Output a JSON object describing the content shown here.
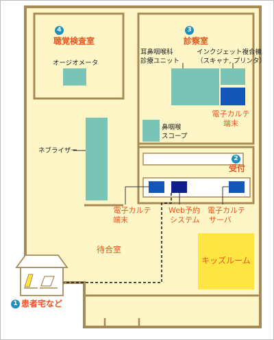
{
  "colors": {
    "floor": "#fff6c8",
    "wall": "#a58a55",
    "equipment": "#79c4b5",
    "terminal": "#1457b8",
    "web_system": "#0f1f8a",
    "kids_room": "#ffe542",
    "text_orange": "#e8541e",
    "badge": "#1f8fbd"
  },
  "rooms": {
    "hearing": {
      "number": "4",
      "title": "聴覚検査室",
      "equipment_label": "オージオメータ"
    },
    "exam": {
      "number": "3",
      "title": "診察室",
      "ent_unit_label_line1": "耳鼻咽喉科",
      "ent_unit_label_line2": "診療ユニット",
      "printer_label_line1": "インクジェット複合機",
      "printer_label_line2": "（スキャナ, プリンタ）",
      "terminal_label_line1": "電子カルテ",
      "terminal_label_line2": "端末",
      "scope_label_line1": "鼻咽喉",
      "scope_label_line2": "スコープ"
    },
    "reception": {
      "number": "2",
      "title": "受付",
      "terminal_label_line1": "電子カルテ",
      "terminal_label_line2": "端末",
      "web_label_line1": "Web予約",
      "web_label_line2": "システム",
      "server_label_line1": "電子カルテ",
      "server_label_line2": "サーバ"
    },
    "nebulizer_label": "ネブライザー",
    "waiting_room": "待合室",
    "kids_room": "キッズルーム",
    "patient_home": {
      "number": "1",
      "title": "患者宅など"
    }
  }
}
